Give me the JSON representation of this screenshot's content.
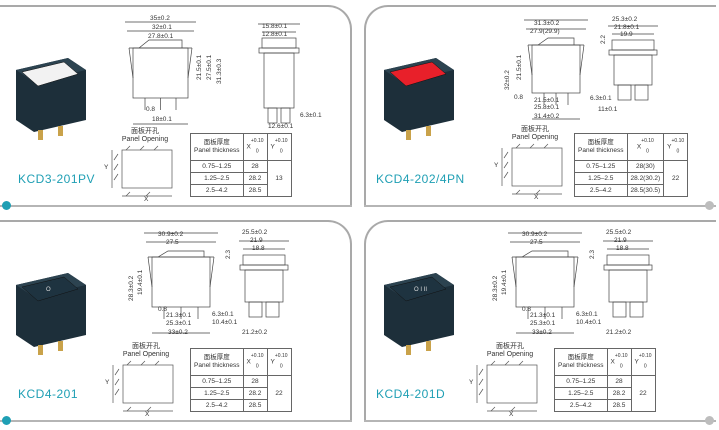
{
  "common": {
    "opening_cn": "面板开孔",
    "opening_en": "Panel Opening",
    "thick_cn": "面板厚度",
    "thick_en": "Panel thickness",
    "x_label": "X",
    "y_label": "Y",
    "tol_upper": "+0.10",
    "tol_lower": "0"
  },
  "panels": [
    {
      "model": "KCD3-201PV",
      "rocker_color": "#f2f2f2",
      "layout": "A",
      "dims": [
        "35±0.2",
        "32±0.1",
        "27.8±0.1",
        "21.5±0.1",
        "27.5±0.1",
        "31.3±0.3",
        "0.8",
        "18±0.1",
        "15.8±0.1",
        "12.8±0.1",
        "6.3±0.1",
        "12.6±0.1"
      ],
      "rows": [
        {
          "thickness": "0.75–1.25",
          "x": "28"
        },
        {
          "thickness": "1.25–2.5",
          "x": "28.2"
        },
        {
          "thickness": "2.5–4.2",
          "x": "28.5"
        }
      ],
      "y": "13"
    },
    {
      "model": "KCD4-202/4PN",
      "rocker_color": "#e8202a",
      "layout": "B",
      "dims": [
        "31.3±0.2",
        "27.9(29.9)",
        "32±0.2",
        "21.5±0.1",
        "0.8",
        "21.5±0.1",
        "25.8±0.1",
        "31.4±0.2",
        "25.3±0.2",
        "21.8±0.1",
        "19.9",
        "2.2",
        "6.3±0.1",
        "11±0.1"
      ],
      "rows": [
        {
          "thickness": "0.75–1.25",
          "x": "28(30)"
        },
        {
          "thickness": "1.25–2.5",
          "x": "28.2(30.2)"
        },
        {
          "thickness": "2.5–4.2",
          "x": "28.5(30.5)"
        }
      ],
      "y": "22"
    },
    {
      "model": "KCD4-201",
      "rocker_color": "#1e3340",
      "layout": "C",
      "rocker_mark": "O",
      "dims": [
        "30.9±0.2",
        "27.5",
        "28.3±0.2",
        "19.4±0.1",
        "0.8",
        "21.3±0.1",
        "25.3±0.1",
        "33±0.2",
        "25.5±0.2",
        "21.9",
        "18.8",
        "2.3",
        "6.3±0.1",
        "10.4±0.1",
        "21.2±0.2"
      ],
      "rows": [
        {
          "thickness": "0.75–1.25",
          "x": "28"
        },
        {
          "thickness": "1.25–2.5",
          "x": "28.2"
        },
        {
          "thickness": "2.5–4.2",
          "x": "28.5"
        }
      ],
      "y": "22"
    },
    {
      "model": "KCD4-201D",
      "rocker_color": "#1e3340",
      "layout": "C",
      "rocker_mark": "O I II",
      "dims": [
        "30.9±0.2",
        "27.5",
        "28.3±0.2",
        "19.4±0.1",
        "0.8",
        "21.3±0.1",
        "25.3±0.1",
        "33±0.2",
        "25.5±0.2",
        "21.9",
        "18.8",
        "2.3",
        "6.3±0.1",
        "10.4±0.1",
        "21.2±0.2"
      ],
      "rows": [
        {
          "thickness": "0.75–1.25",
          "x": "28"
        },
        {
          "thickness": "1.25–2.5",
          "x": "28.2"
        },
        {
          "thickness": "2.5–4.2",
          "x": "28.5"
        }
      ],
      "y": "22"
    }
  ]
}
